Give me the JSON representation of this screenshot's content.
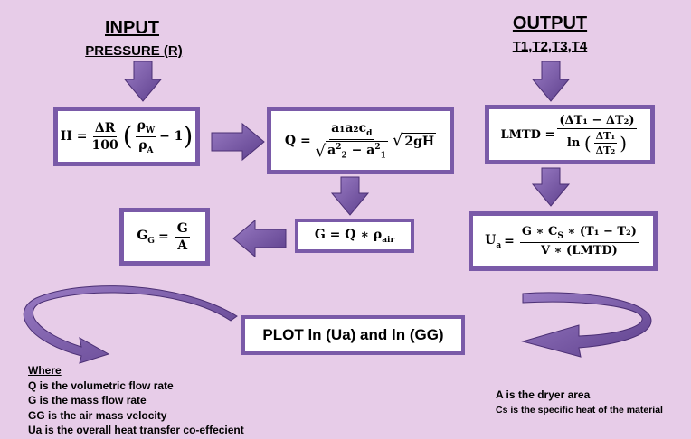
{
  "input": {
    "title": "INPUT",
    "subtitle": "PRESSURE (R)"
  },
  "output": {
    "title": "OUTPUT",
    "subtitle": "T1,T2,T3,T4"
  },
  "formulas": {
    "H": {
      "lhs": "H =",
      "num": "ΔR",
      "den": "100",
      "rho_w": "ρ",
      "rho_w_sub": "W",
      "rho_a": "ρ",
      "rho_a_sub": "A",
      "minus_one": "− 1"
    },
    "Q": {
      "lhs": "Q =",
      "num": "a₁a₂c",
      "num_sub": "d",
      "den_a2": "a",
      "den_mid": " − ",
      "den_a1": "a",
      "root": "2gH"
    },
    "G": {
      "text": "G = Q ∗ ρ",
      "sub": "air"
    },
    "GG": {
      "lhs_main": "G",
      "lhs_sub": "G",
      "eq": "=",
      "num": "G",
      "den": "A"
    },
    "LMTD": {
      "lhs": "LMTD =",
      "num": "(ΔT₁ − ΔT₂)",
      "den_prefix": "ln",
      "inner_num": "ΔT₁",
      "inner_den": "ΔT₂"
    },
    "Ua": {
      "lhs_main": "U",
      "lhs_sub": "a",
      "eq": "=",
      "num_a": "G ∗ C",
      "num_sub": "S",
      "num_b": " ∗ (T₁ − T₂)",
      "den": "V ∗ (LMTD)"
    }
  },
  "plot": {
    "label": "PLOT ln (Ua) and ln (GG)"
  },
  "legend_left": {
    "heading": "Where",
    "lines": [
      "Q is the volumetric flow rate",
      "G is the mass flow rate",
      "GG  is the air mass velocity",
      "Ua is the overall heat transfer co-effecient"
    ]
  },
  "legend_right": {
    "lines": [
      "A is the dryer area",
      "Cs  is the specific heat of the material"
    ]
  },
  "colors": {
    "background": "#e7cce8",
    "box_border": "#7a5aa8",
    "arrow": "#7b5aa6"
  }
}
